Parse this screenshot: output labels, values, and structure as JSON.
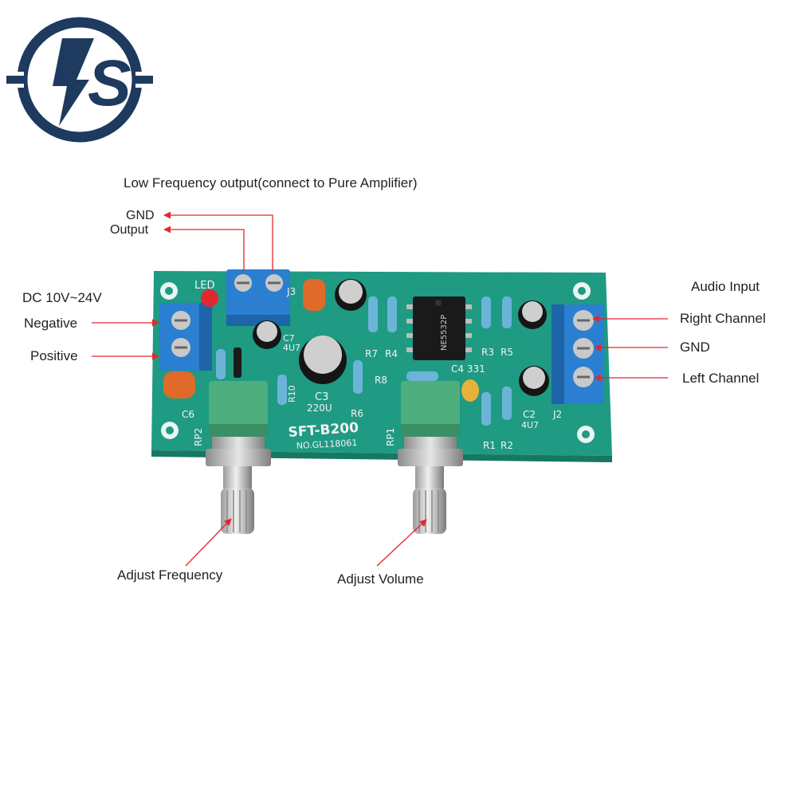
{
  "logo": {
    "glyph": "S"
  },
  "title": "Low Frequency output(connect to Pure Amplifier)",
  "output_block": {
    "gnd": "GND",
    "output": "Output"
  },
  "power": {
    "label": "DC 10V~24V",
    "negative": "Negative",
    "positive": "Positive"
  },
  "audio": {
    "label": "Audio Input",
    "right": "Right Channel",
    "gnd": "GND",
    "left": "Left Channel"
  },
  "knobs": {
    "frequency": "Adjust Frequency",
    "volume": "Adjust Volume"
  },
  "board": {
    "model": "SFT-B200",
    "serial": "NO.GL118061",
    "chip": "NE5532P",
    "silk": {
      "led": "LED",
      "c6": "C6",
      "rp2": "RP2",
      "rp1": "RP1",
      "c7": "C7",
      "c7v": "4U7",
      "c3": "C3",
      "c3v": "220U",
      "r10": "R10",
      "r6": "R6",
      "r8": "R8",
      "r7": "R7",
      "r4": "R4",
      "c4": "C4 331",
      "r3": "R3",
      "r5": "R5",
      "j2": "J2",
      "j3": "J3",
      "c2": "C2",
      "c2v": "4U7",
      "r1": "R1",
      "r2": "R2"
    }
  },
  "colors": {
    "pcb": "#1f9a83",
    "terminal": "#2b7fd0",
    "pot": "#4fae7e",
    "arrow": "#e0282e",
    "logo": "#1f3a5f"
  }
}
